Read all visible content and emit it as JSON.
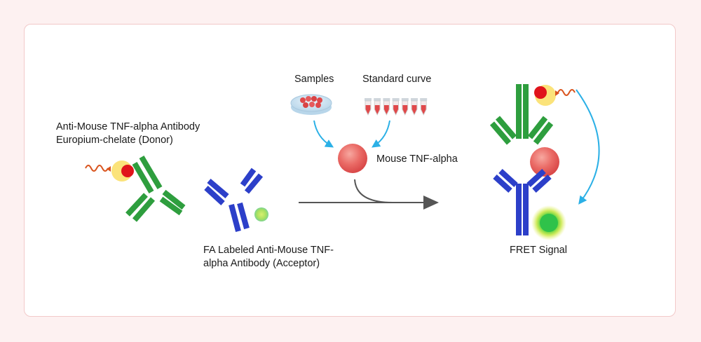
{
  "labels": {
    "donor": "Anti-Mouse TNF-alpha Antibody\nEuropium-chelate (Donor)",
    "acceptor": "FA Labeled Anti-Mouse TNF-\nalpha Antibody (Acceptor)",
    "samples": "Samples",
    "standard_curve": "Standard curve",
    "analyte": "Mouse TNF-alpha",
    "fret_signal": "FRET Signal"
  },
  "colors": {
    "background": "#fdf1f1",
    "card_border": "#f2c9c9",
    "donor_antibody": "#2e9e3e",
    "acceptor_antibody": "#2c3fc9",
    "europium_halo": "#fbe37a",
    "europium_core": "#e0141b",
    "analyte": "#e86a6a",
    "arrow_blue": "#2bb0e6",
    "main_arrow": "#555555",
    "emission": "#d9541e"
  },
  "icons": [
    "excitation-squiggle-icon",
    "europium-chelate-icon",
    "fluorescein-dye-icon",
    "petri-dish-icon",
    "test-tubes-icon",
    "tnf-alpha-sphere-icon"
  ]
}
